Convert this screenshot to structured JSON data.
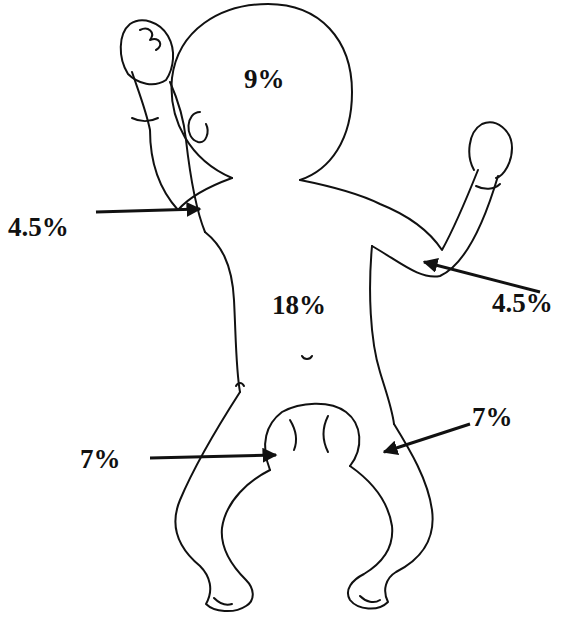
{
  "diagram": {
    "labels": [
      "9%",
      "4.5%",
      "18%",
      "4.5%",
      "7%",
      "7%"
    ]
  }
}
